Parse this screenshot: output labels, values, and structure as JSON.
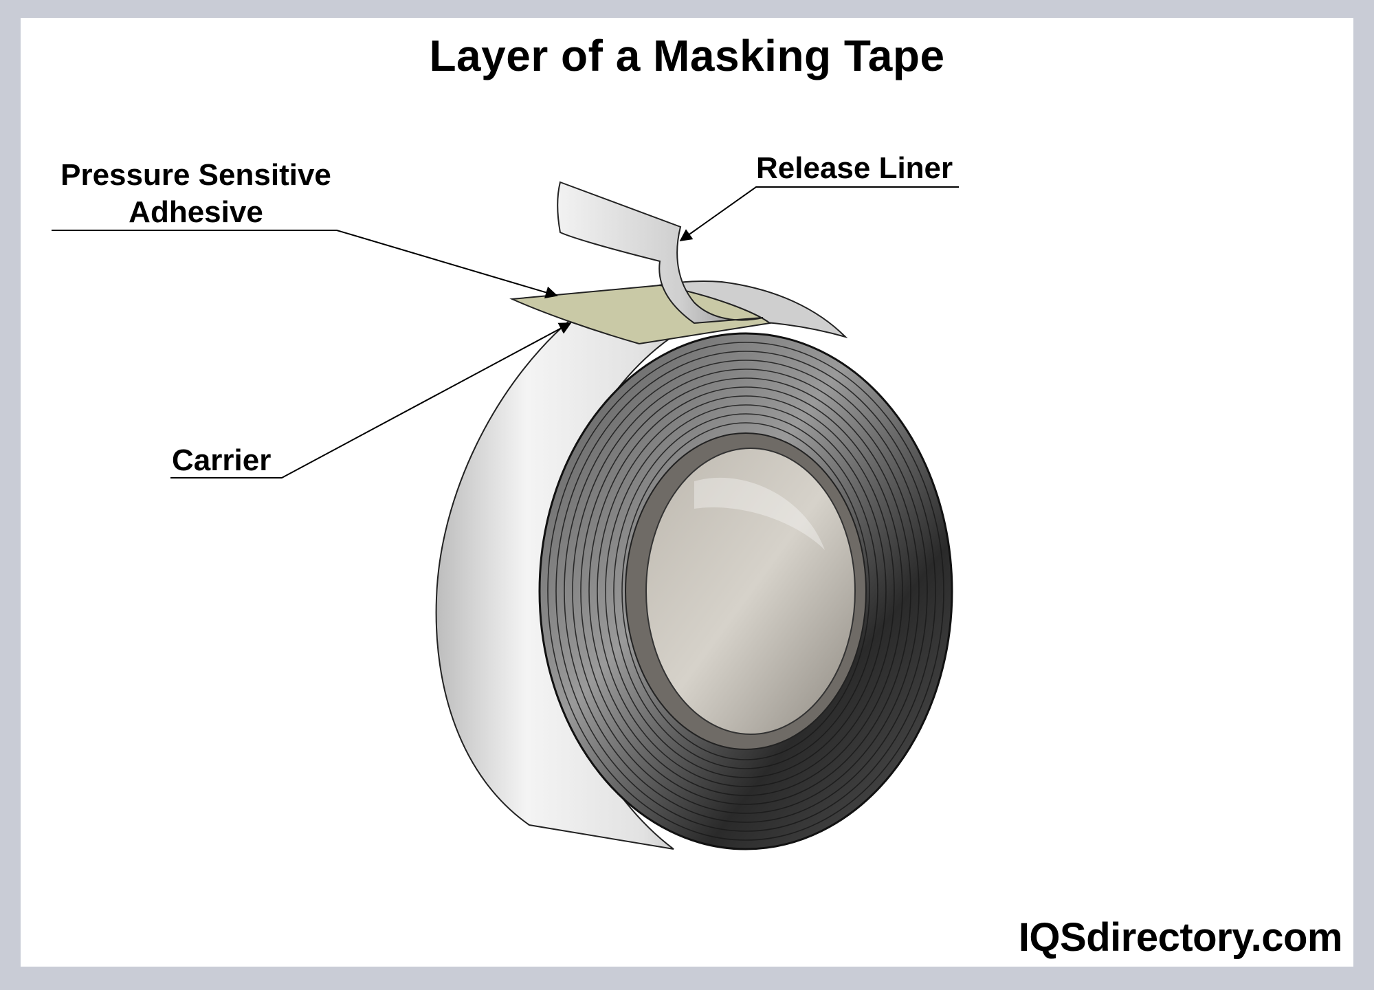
{
  "title": "Layer of a Masking Tape",
  "labels": {
    "psa_line1": "Pressure Sensitive",
    "psa_line2": "Adhesive",
    "release_liner": "Release Liner",
    "carrier": "Carrier"
  },
  "brand": "IQSdirectory.com",
  "colors": {
    "frame": "#c9ccd6",
    "adhesive": "#c9c9a6",
    "tape_face": "#d9d9d9",
    "tape_edge": "#3a3a3a",
    "core": "#9e9a92"
  }
}
